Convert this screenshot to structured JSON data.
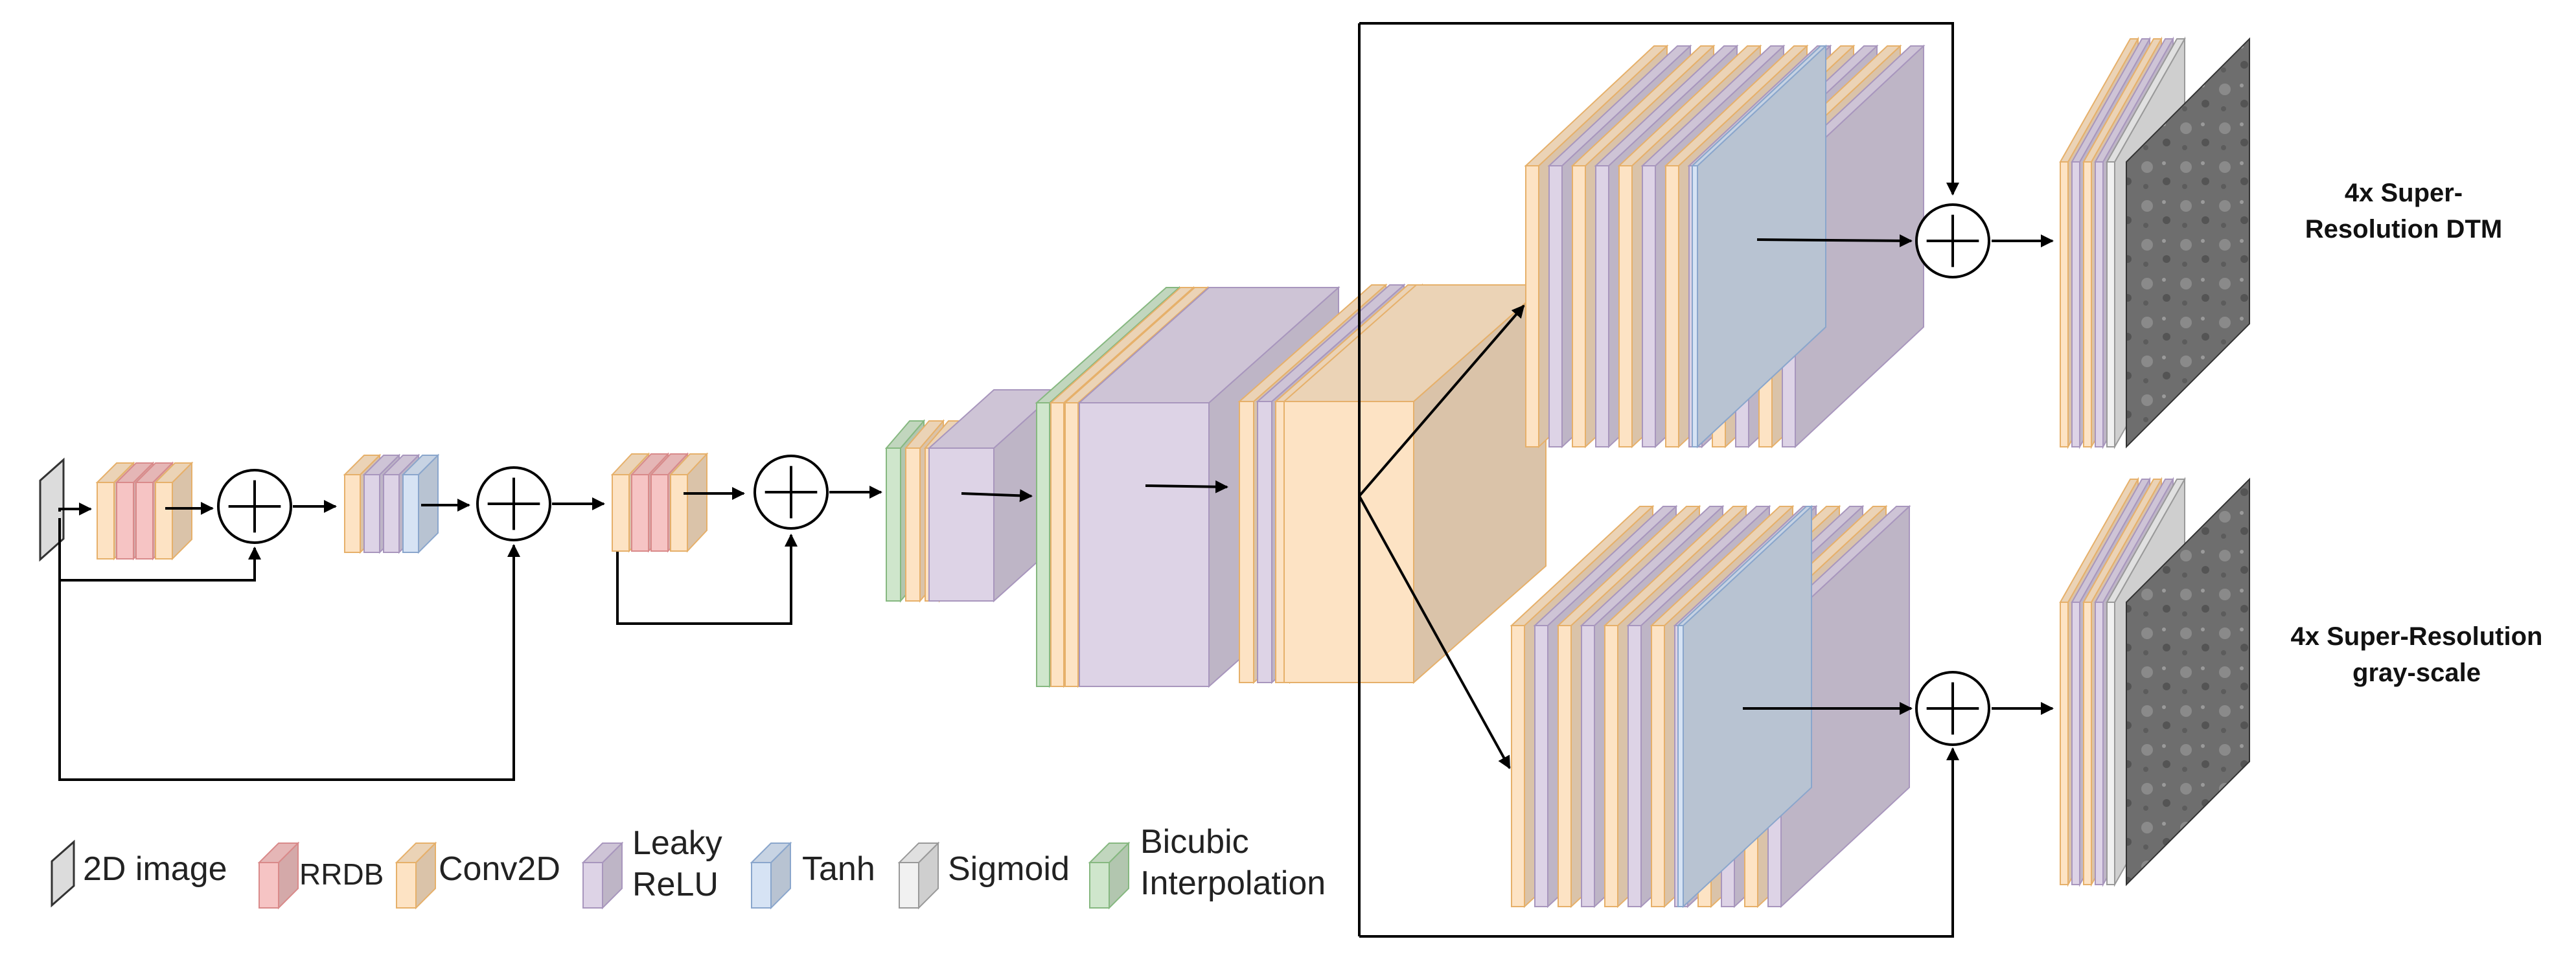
{
  "colors": {
    "image": "#dcdcdc",
    "rrdb": "#f6c4c4",
    "conv2d": "#fde3c4",
    "leaky_relu": "#ddd3e6",
    "tanh": "#d6e3f4",
    "sigmoid": "#f1f1f1",
    "bicubic": "#cfe6cc"
  },
  "outputs": {
    "dtm": {
      "line1": "4x Super-",
      "line2": "Resolution DTM"
    },
    "gray": {
      "line1": "4x Super-Resolution",
      "line2": "gray-scale"
    }
  },
  "legend": {
    "image": "2D image",
    "rrdb": "RRDB",
    "conv2d": "Conv2D",
    "leaky_relu_1": "Leaky",
    "leaky_relu_2": "ReLU",
    "tanh": "Tanh",
    "sigmoid": "Sigmoid",
    "bicubic_1": "Bicubic",
    "bicubic_2": "Interpolation"
  }
}
